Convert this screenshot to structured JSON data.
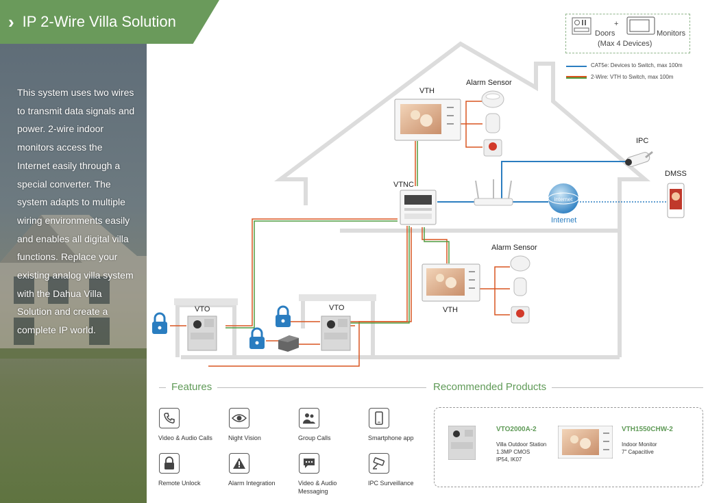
{
  "header": {
    "title": "IP 2-Wire Villa Solution"
  },
  "sidebar": {
    "description": "This system uses two wires to transmit data signals and power. 2-wire indoor monitors access the Internet easily through a special converter. The system adapts to multiple wiring environments easily and enables all digital villa functions. Replace your existing analog villa system with the Dahua Villa Solution and create a complete IP world."
  },
  "legend": {
    "doors": "Doors",
    "plus": "+",
    "monitors": "Monitors",
    "max": "(Max 4 Devices)",
    "cat5e": "CAT5e: Devices to Switch, max 100m",
    "twowire": "2-Wire: VTH to Switch, max 100m",
    "cat5e_color": "#2a7dc0",
    "twowire_color": "#d9541e"
  },
  "diagram": {
    "vth_top": "VTH",
    "alarm_sensor_top": "Alarm Sensor",
    "ipc": "IPC",
    "dmss": "DMSS",
    "vtnc": "VTNC",
    "internet_globe": "internet",
    "internet": "Internet",
    "alarm_sensor_bottom": "Alarm Sensor",
    "vth_bottom": "VTH",
    "vto_left": "VTO",
    "vto_right": "VTO"
  },
  "features": {
    "title": "Features",
    "items": [
      {
        "label": "Video & Audio Calls",
        "icon": "phone-icon"
      },
      {
        "label": "Night Vision",
        "icon": "eye-icon"
      },
      {
        "label": "Group Calls",
        "icon": "group-icon"
      },
      {
        "label": "Smartphone app",
        "icon": "smartphone-icon"
      },
      {
        "label": "Remote Unlock",
        "icon": "lock-icon"
      },
      {
        "label": "Alarm Integration",
        "icon": "alarm-icon"
      },
      {
        "label": "Video & Audio Messaging",
        "icon": "message-icon"
      },
      {
        "label": "IPC Surveillance",
        "icon": "camera-icon"
      }
    ]
  },
  "products": {
    "title": "Recommended Products",
    "items": [
      {
        "name": "VTO2000A-2",
        "lines": [
          "Villa Outdoor Station",
          "1.3MP CMOS",
          "IP54, IK07"
        ]
      },
      {
        "name": "VTH1550CHW-2",
        "lines": [
          "Indoor Monitor",
          "7\" Capacitive"
        ]
      }
    ]
  }
}
